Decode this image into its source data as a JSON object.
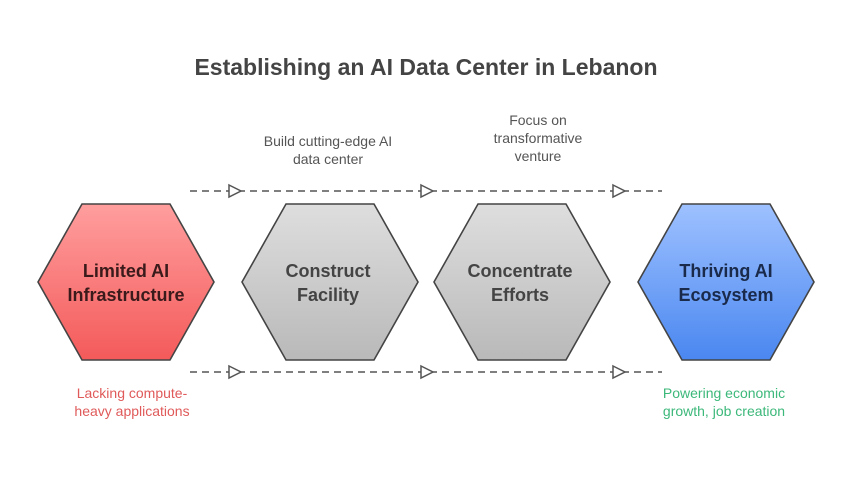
{
  "title": "Establishing an AI Data Center in Lebanon",
  "stages": [
    {
      "line1": "Limited AI",
      "line2": "Infrastructure",
      "fill_top": "#ff9e9e",
      "fill_bottom": "#f45a5a",
      "text_color": "#3a1a1a"
    },
    {
      "line1": "Construct",
      "line2": "Facility",
      "fill_top": "#dedede",
      "fill_bottom": "#b9b9b9",
      "text_color": "#444444"
    },
    {
      "line1": "Concentrate",
      "line2": "Efforts",
      "fill_top": "#dedede",
      "fill_bottom": "#b9b9b9",
      "text_color": "#444444"
    },
    {
      "line1": "Thriving AI",
      "line2": "Ecosystem",
      "fill_top": "#9ec1ff",
      "fill_bottom": "#4a87f0",
      "text_color": "#1a2a4a"
    }
  ],
  "top_notes": [
    {
      "lines": [
        "Build cutting-edge AI",
        "data center"
      ],
      "color": "#555555"
    },
    {
      "lines": [
        "Focus on",
        "transformative",
        "venture"
      ],
      "color": "#555555"
    }
  ],
  "bottom_notes": [
    {
      "lines": [
        "Lacking compute-",
        "heavy applications"
      ],
      "color": "#e05a5a"
    },
    {
      "lines": [
        "Powering economic",
        "growth, job creation"
      ],
      "color": "#3cb87a"
    }
  ],
  "colors": {
    "stroke": "#444444",
    "arrow": "#555555"
  }
}
